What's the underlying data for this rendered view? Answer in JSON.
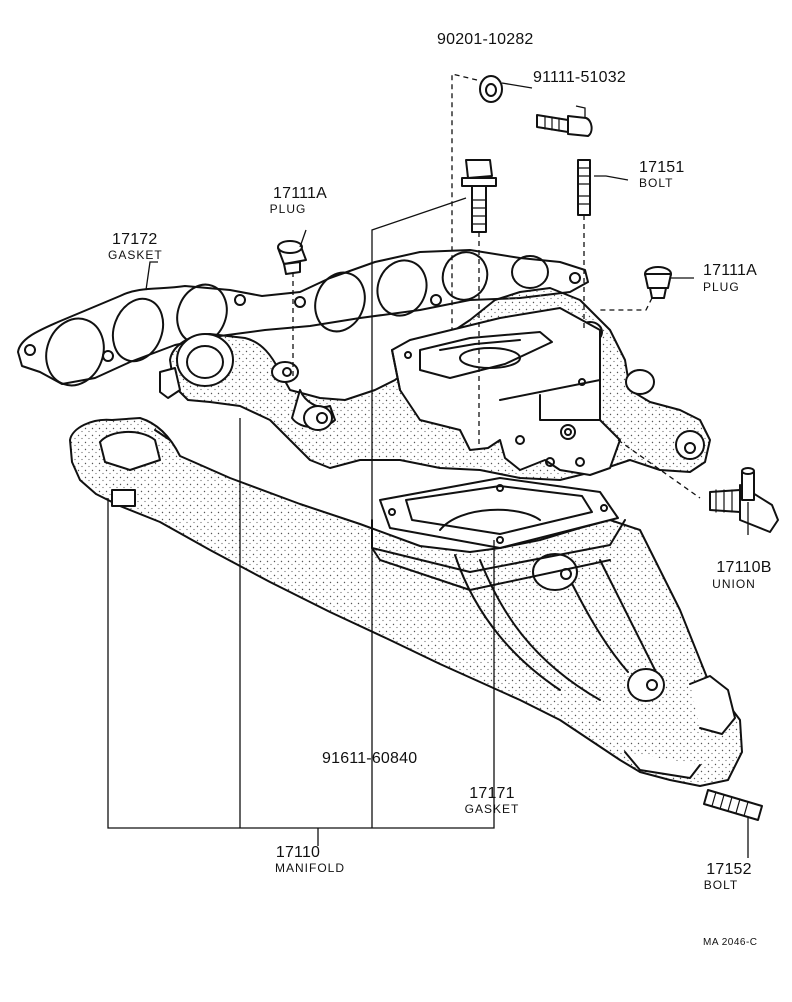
{
  "callouts": {
    "washer": {
      "part": "90201-10282"
    },
    "bolt_top": {
      "part": "91111-51032"
    },
    "stud_bolt": {
      "part": "17151",
      "name": "BOLT"
    },
    "plug_left": {
      "part": "17111A",
      "name": "PLUG"
    },
    "plug_right": {
      "part": "17111A",
      "name": "PLUG"
    },
    "gasket_exhaust": {
      "part": "17172",
      "name": "GASKET"
    },
    "union": {
      "part": "17110B",
      "name": "UNION"
    },
    "stud_center": {
      "part": "91611-60840"
    },
    "gasket_carb": {
      "part": "17171",
      "name": "GASKET"
    },
    "manifold": {
      "part": "17110",
      "name": "MANIFOLD"
    },
    "stud_bottom": {
      "part": "17152",
      "name": "BOLT"
    }
  },
  "drawing_code": "MA  2046-C",
  "colors": {
    "ink": "#111111",
    "paper": "#ffffff",
    "stipple": "#555555"
  }
}
